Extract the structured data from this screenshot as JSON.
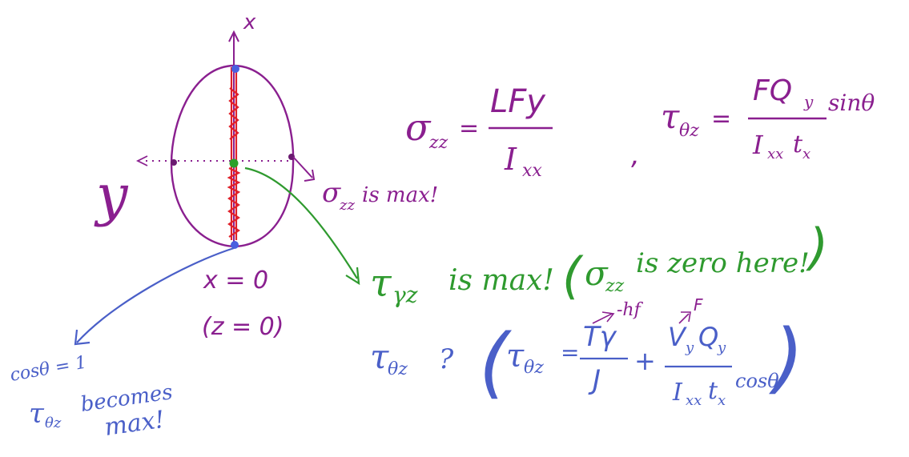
{
  "colors": {
    "purple": "#8a1f8f",
    "red": "#e0202a",
    "green": "#2f9a2f",
    "blue": "#4a5fc8",
    "dot_blue": "#4a5fe0",
    "dot_green": "#2aa02a",
    "dot_purple": "#6a1a70"
  },
  "axes": {
    "x_label": "x",
    "y_label": "y"
  },
  "cross_section": {
    "x_eq": "x = 0",
    "z_eq": "(z = 0)"
  },
  "bending": {
    "sigma": "σ",
    "sigma_sub": "zz",
    "eq": "=",
    "numerator": "LFy",
    "denominator": "I",
    "denominator_sub": "xx",
    "separator": ","
  },
  "shear": {
    "tau": "τ",
    "tau_sub": "θz",
    "eq": "=",
    "numerator": "FQ",
    "numerator_sub": "y",
    "denominator": "I",
    "denominator_sub1": "xx",
    "denominator_t": "t",
    "denominator_sub2": "x",
    "trig": "sinθ"
  },
  "annot_sigma_max": {
    "sigma": "σ",
    "sub": "zz",
    "text": "is max!"
  },
  "green_line": {
    "tau": "τ",
    "sub": "γz",
    "text1": "is max!",
    "paren_open": "(",
    "sigma": "σ",
    "sigma_sub": "zz",
    "text2": "is zero here!",
    "paren_close": ")"
  },
  "blue_eq": {
    "lhs": "τ",
    "lhs_sub": "θz",
    "question": "?",
    "paren_open": "(",
    "tau": "τ",
    "tau_sub": "θz",
    "eq": "=",
    "frac1_num": "Tγ",
    "frac1_den": "J",
    "plus": "+",
    "frac2_num": "V",
    "frac2_num_sub": "y",
    "frac2_num_Q": "Q",
    "frac2_num_Q_sub": "y",
    "frac2_den": "I",
    "frac2_den_sub": "xx",
    "frac2_den_t": "t",
    "frac2_den_t_sub": "x",
    "trig": "cosθ",
    "paren_close": ")",
    "over_T": "-hf",
    "over_V": "F"
  },
  "bottom_left": {
    "cos": "cosθ = 1",
    "tau": "τ",
    "tau_sub": "θz",
    "becomes": "becomes",
    "max": "max!"
  }
}
